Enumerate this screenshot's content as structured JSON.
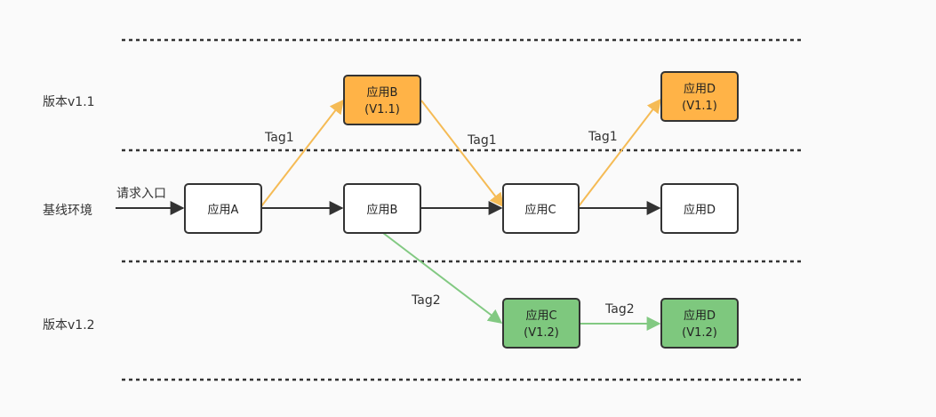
{
  "lanes": {
    "v11": "版本v1.1",
    "base": "基线环境",
    "v12": "版本v1.2"
  },
  "entry_label": "请求入口",
  "nodes": {
    "base_a": {
      "line1": "应用A",
      "line2": ""
    },
    "base_b": {
      "line1": "应用B",
      "line2": ""
    },
    "base_c": {
      "line1": "应用C",
      "line2": ""
    },
    "base_d": {
      "line1": "应用D",
      "line2": ""
    },
    "v11_b": {
      "line1": "应用B",
      "line2": "(V1.1)"
    },
    "v11_d": {
      "line1": "应用D",
      "line2": "(V1.1)"
    },
    "v12_c": {
      "line1": "应用C",
      "line2": "(V1.2)"
    },
    "v12_d": {
      "line1": "应用D",
      "line2": "(V1.2)"
    }
  },
  "edge_labels": {
    "a_to_b11": "Tag1",
    "b11_to_c": "Tag1",
    "c_to_d11": "Tag1",
    "b_to_c12": "Tag2",
    "c12_to_d12": "Tag2"
  },
  "colors": {
    "v11_fill": "#ffb347",
    "v11_edge": "#f5bb55",
    "v12_fill": "#7ec87e",
    "v12_edge": "#82c982",
    "base_edge": "#333333"
  }
}
